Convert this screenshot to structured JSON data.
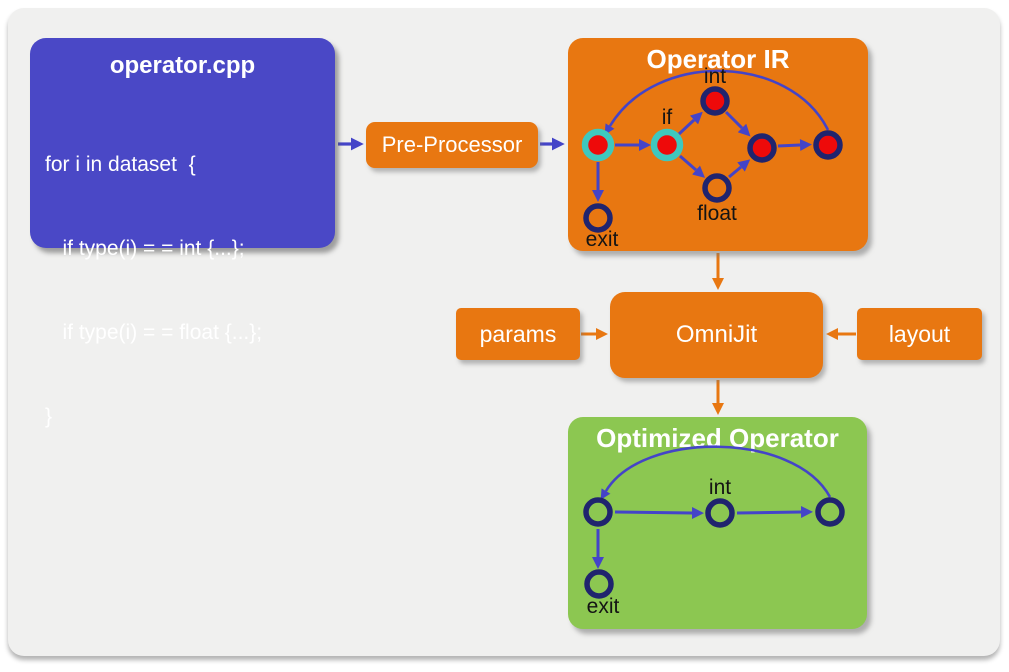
{
  "diagram": {
    "source_box": {
      "title": "operator.cpp",
      "code_lines": [
        "for i in dataset  {",
        "   if type(i) = = int {...};",
        "   if type(i) = = float {...};",
        "}"
      ]
    },
    "preprocessor": {
      "label": "Pre-Processor"
    },
    "operator_ir": {
      "title": "Operator IR",
      "nodes": [
        {
          "id": "entry",
          "label": "",
          "ring": "cyan",
          "filled": true
        },
        {
          "id": "if",
          "label": "if",
          "ring": "cyan",
          "filled": true
        },
        {
          "id": "int",
          "label": "int",
          "ring": "navy",
          "filled": true
        },
        {
          "id": "float",
          "label": "float",
          "ring": "navy",
          "filled": false
        },
        {
          "id": "merge",
          "label": "",
          "ring": "navy",
          "filled": true
        },
        {
          "id": "end",
          "label": "",
          "ring": "navy",
          "filled": true
        },
        {
          "id": "exit",
          "label": "exit",
          "ring": "navy",
          "filled": false
        }
      ],
      "edges": [
        [
          "entry",
          "if"
        ],
        [
          "if",
          "int"
        ],
        [
          "if",
          "float"
        ],
        [
          "int",
          "merge"
        ],
        [
          "float",
          "merge"
        ],
        [
          "merge",
          "end"
        ],
        [
          "end",
          "entry"
        ],
        [
          "entry",
          "exit"
        ]
      ]
    },
    "omnijit": {
      "label": "OmniJit"
    },
    "inputs": {
      "params": "params",
      "layout": "layout"
    },
    "optimized": {
      "title": "Optimized Operator",
      "nodes": [
        {
          "id": "entry",
          "label": "",
          "ring": "navy",
          "filled": false
        },
        {
          "id": "int",
          "label": "int",
          "ring": "navy",
          "filled": false
        },
        {
          "id": "end",
          "label": "",
          "ring": "navy",
          "filled": false
        },
        {
          "id": "exit",
          "label": "exit",
          "ring": "navy",
          "filled": false
        }
      ],
      "edges": [
        [
          "entry",
          "int"
        ],
        [
          "int",
          "end"
        ],
        [
          "end",
          "entry"
        ],
        [
          "entry",
          "exit"
        ]
      ]
    }
  },
  "colors": {
    "panel_bg": "#f0f0ef",
    "orange": "#e87711",
    "indigo_box": "#4a48c6",
    "green": "#8cc751",
    "arrow_blue": "#4444c8",
    "arrow_orange": "#e87711",
    "node_ring_navy": "#20246e",
    "node_ring_cyan": "#3fc8be",
    "node_fill_red": "#ee0a0a",
    "label_text": "#141414",
    "box_text": "#ffffff"
  }
}
